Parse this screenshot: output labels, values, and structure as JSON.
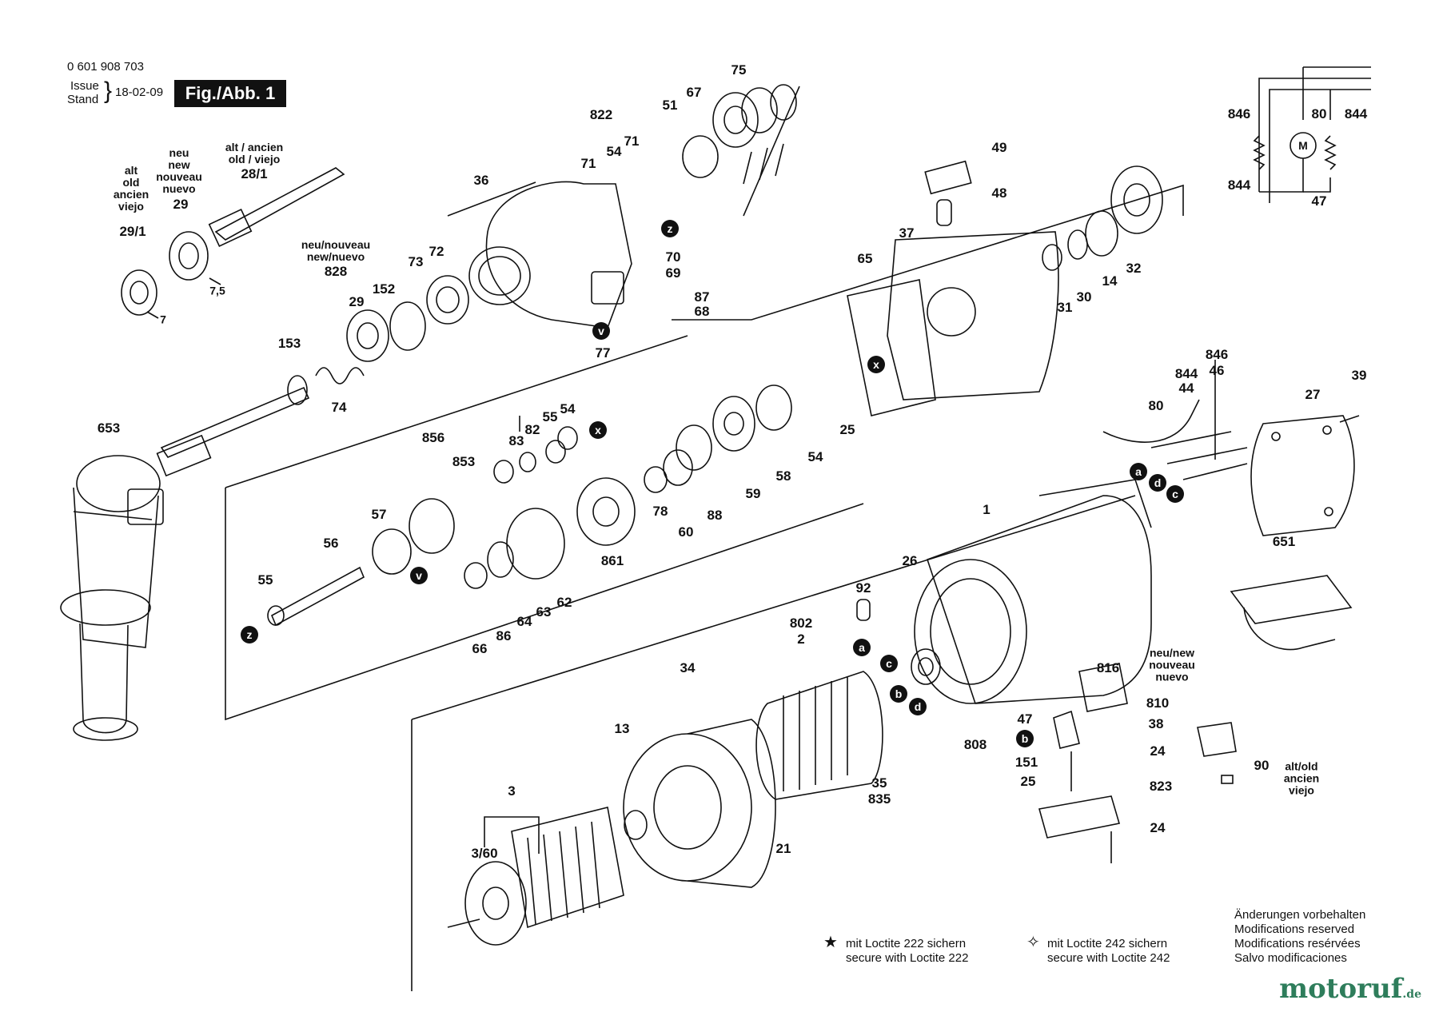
{
  "header": {
    "part_number": "0 601 908 703",
    "issue_label": "Issue",
    "stand_label": "Stand",
    "issue_date": "18-02-09",
    "figure_label": "Fig./Abb. 1"
  },
  "part_labels": [
    {
      "id": "653",
      "text": "653"
    },
    {
      "id": "29_1",
      "text": "29/1"
    },
    {
      "id": "29_top",
      "text": "29"
    },
    {
      "id": "28_1",
      "text": "28/1"
    },
    {
      "id": "828",
      "text": "828"
    },
    {
      "id": "29_mid",
      "text": "29"
    },
    {
      "id": "152",
      "text": "152"
    },
    {
      "id": "73",
      "text": "73"
    },
    {
      "id": "72",
      "text": "72"
    },
    {
      "id": "153",
      "text": "153"
    },
    {
      "id": "74",
      "text": "74"
    },
    {
      "id": "36",
      "text": "36"
    },
    {
      "id": "822",
      "text": "822"
    },
    {
      "id": "71a",
      "text": "71"
    },
    {
      "id": "54a",
      "text": "54"
    },
    {
      "id": "71b",
      "text": "71"
    },
    {
      "id": "51",
      "text": "51"
    },
    {
      "id": "67",
      "text": "67"
    },
    {
      "id": "75",
      "text": "75"
    },
    {
      "id": "70",
      "text": "70"
    },
    {
      "id": "69",
      "text": "69"
    },
    {
      "id": "87",
      "text": "87"
    },
    {
      "id": "68",
      "text": "68"
    },
    {
      "id": "77",
      "text": "77"
    },
    {
      "id": "49",
      "text": "49"
    },
    {
      "id": "48",
      "text": "48"
    },
    {
      "id": "37",
      "text": "37"
    },
    {
      "id": "65",
      "text": "65"
    },
    {
      "id": "31",
      "text": "31"
    },
    {
      "id": "30",
      "text": "30"
    },
    {
      "id": "14",
      "text": "14"
    },
    {
      "id": "32",
      "text": "32"
    },
    {
      "id": "25a",
      "text": "25"
    },
    {
      "id": "54b",
      "text": "54"
    },
    {
      "id": "58",
      "text": "58"
    },
    {
      "id": "59",
      "text": "59"
    },
    {
      "id": "88",
      "text": "88"
    },
    {
      "id": "60",
      "text": "60"
    },
    {
      "id": "78",
      "text": "78"
    },
    {
      "id": "861",
      "text": "861"
    },
    {
      "id": "856",
      "text": "856"
    },
    {
      "id": "853",
      "text": "853"
    },
    {
      "id": "83",
      "text": "83"
    },
    {
      "id": "82",
      "text": "82"
    },
    {
      "id": "55a",
      "text": "55"
    },
    {
      "id": "54c",
      "text": "54"
    },
    {
      "id": "57",
      "text": "57"
    },
    {
      "id": "56",
      "text": "56"
    },
    {
      "id": "55b",
      "text": "55"
    },
    {
      "id": "66",
      "text": "66"
    },
    {
      "id": "86",
      "text": "86"
    },
    {
      "id": "64",
      "text": "64"
    },
    {
      "id": "63",
      "text": "63"
    },
    {
      "id": "62",
      "text": "62"
    },
    {
      "id": "846a",
      "text": "846"
    },
    {
      "id": "80a",
      "text": "80"
    },
    {
      "id": "844a",
      "text": "844"
    },
    {
      "id": "844b",
      "text": "844"
    },
    {
      "id": "47a",
      "text": "47"
    },
    {
      "id": "846b",
      "text": "846"
    },
    {
      "id": "844c",
      "text": "844"
    },
    {
      "id": "46",
      "text": "46"
    },
    {
      "id": "80b",
      "text": "80"
    },
    {
      "id": "44",
      "text": "44"
    },
    {
      "id": "39",
      "text": "39"
    },
    {
      "id": "27",
      "text": "27"
    },
    {
      "id": "1",
      "text": "1"
    },
    {
      "id": "651",
      "text": "651"
    },
    {
      "id": "92",
      "text": "92"
    },
    {
      "id": "26",
      "text": "26"
    },
    {
      "id": "802",
      "text": "802"
    },
    {
      "id": "2",
      "text": "2"
    },
    {
      "id": "34",
      "text": "34"
    },
    {
      "id": "13",
      "text": "13"
    },
    {
      "id": "35",
      "text": "35"
    },
    {
      "id": "835",
      "text": "835"
    },
    {
      "id": "21",
      "text": "21"
    },
    {
      "id": "3",
      "text": "3"
    },
    {
      "id": "3_60",
      "text": "3/60"
    },
    {
      "id": "808",
      "text": "808"
    },
    {
      "id": "816",
      "text": "816"
    },
    {
      "id": "47b",
      "text": "47"
    },
    {
      "id": "810",
      "text": "810"
    },
    {
      "id": "38",
      "text": "38"
    },
    {
      "id": "151",
      "text": "151"
    },
    {
      "id": "25b",
      "text": "25"
    },
    {
      "id": "24a",
      "text": "24"
    },
    {
      "id": "823",
      "text": "823"
    },
    {
      "id": "24b",
      "text": "24"
    },
    {
      "id": "90",
      "text": "90"
    }
  ],
  "variant_notes": {
    "old_29_1": [
      "alt",
      "old",
      "ancien",
      "viejo"
    ],
    "new_29": [
      "neu",
      "new",
      "nouveau",
      "nuevo"
    ],
    "old_28_1": [
      "alt / ancien",
      "old / viejo"
    ],
    "new_828": [
      "neu/nouveau",
      "new/nuevo"
    ],
    "new_816": [
      "neu/new",
      "nouveau",
      "nuevo"
    ],
    "old_90": [
      "alt/old",
      "ancien",
      "viejo"
    ]
  },
  "dimension_labels": {
    "d75": "7,5",
    "d7": "7"
  },
  "circle_marks": [
    "z",
    "v",
    "x",
    "x",
    "a",
    "d",
    "c",
    "z",
    "v",
    "x",
    "a",
    "c",
    "b",
    "d",
    "b"
  ],
  "wiring": {
    "motor_symbol": "M"
  },
  "footnotes": {
    "loctite222_de": "mit Loctite 222 sichern",
    "loctite222_en": "secure with Loctite 222",
    "loctite242_de": "mit Loctite 242 sichern",
    "loctite242_en": "secure with Loctite 242",
    "changes": [
      "Änderungen vorbehalten",
      "Modifications reserved",
      "Modifications resérvées",
      "Salvo modificaciones"
    ]
  },
  "brand": {
    "name": "motoruf",
    "suffix": ".de",
    "color": "#2e7d5b"
  }
}
